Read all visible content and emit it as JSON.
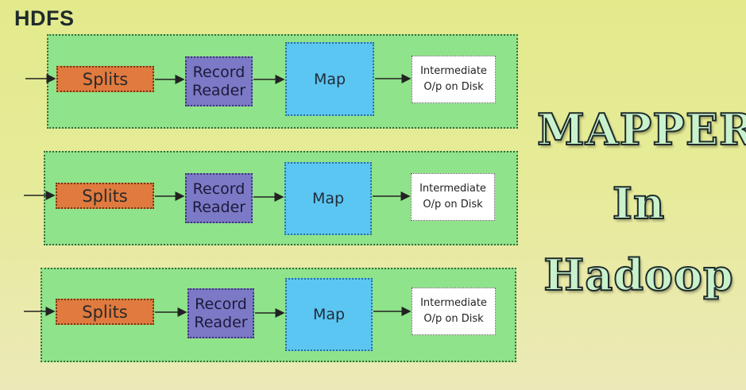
{
  "heading": "HDFS",
  "rows": [
    {
      "splits": "Splits",
      "reader_line1": "Record",
      "reader_line2": "Reader",
      "map": "Map",
      "out_line1": "Intermediate",
      "out_line2": "O/p on Disk"
    },
    {
      "splits": "Splits",
      "reader_line1": "Record",
      "reader_line2": "Reader",
      "map": "Map",
      "out_line1": "Intermediate",
      "out_line2": "O/p on Disk"
    },
    {
      "splits": "Splits",
      "reader_line1": "Record",
      "reader_line2": "Reader",
      "map": "Map",
      "out_line1": "Intermediate",
      "out_line2": "O/p on Disk"
    }
  ],
  "title": {
    "line1": "MAPPER",
    "line2": "In",
    "line3": "Hadoop"
  },
  "colors": {
    "background": "#e3ea8c",
    "row": "#8fe38a",
    "splits": "#e07a3e",
    "reader": "#7c79c6",
    "map": "#5cc6f3",
    "output": "#ffffff",
    "title_fill": "#c9f2cc"
  }
}
